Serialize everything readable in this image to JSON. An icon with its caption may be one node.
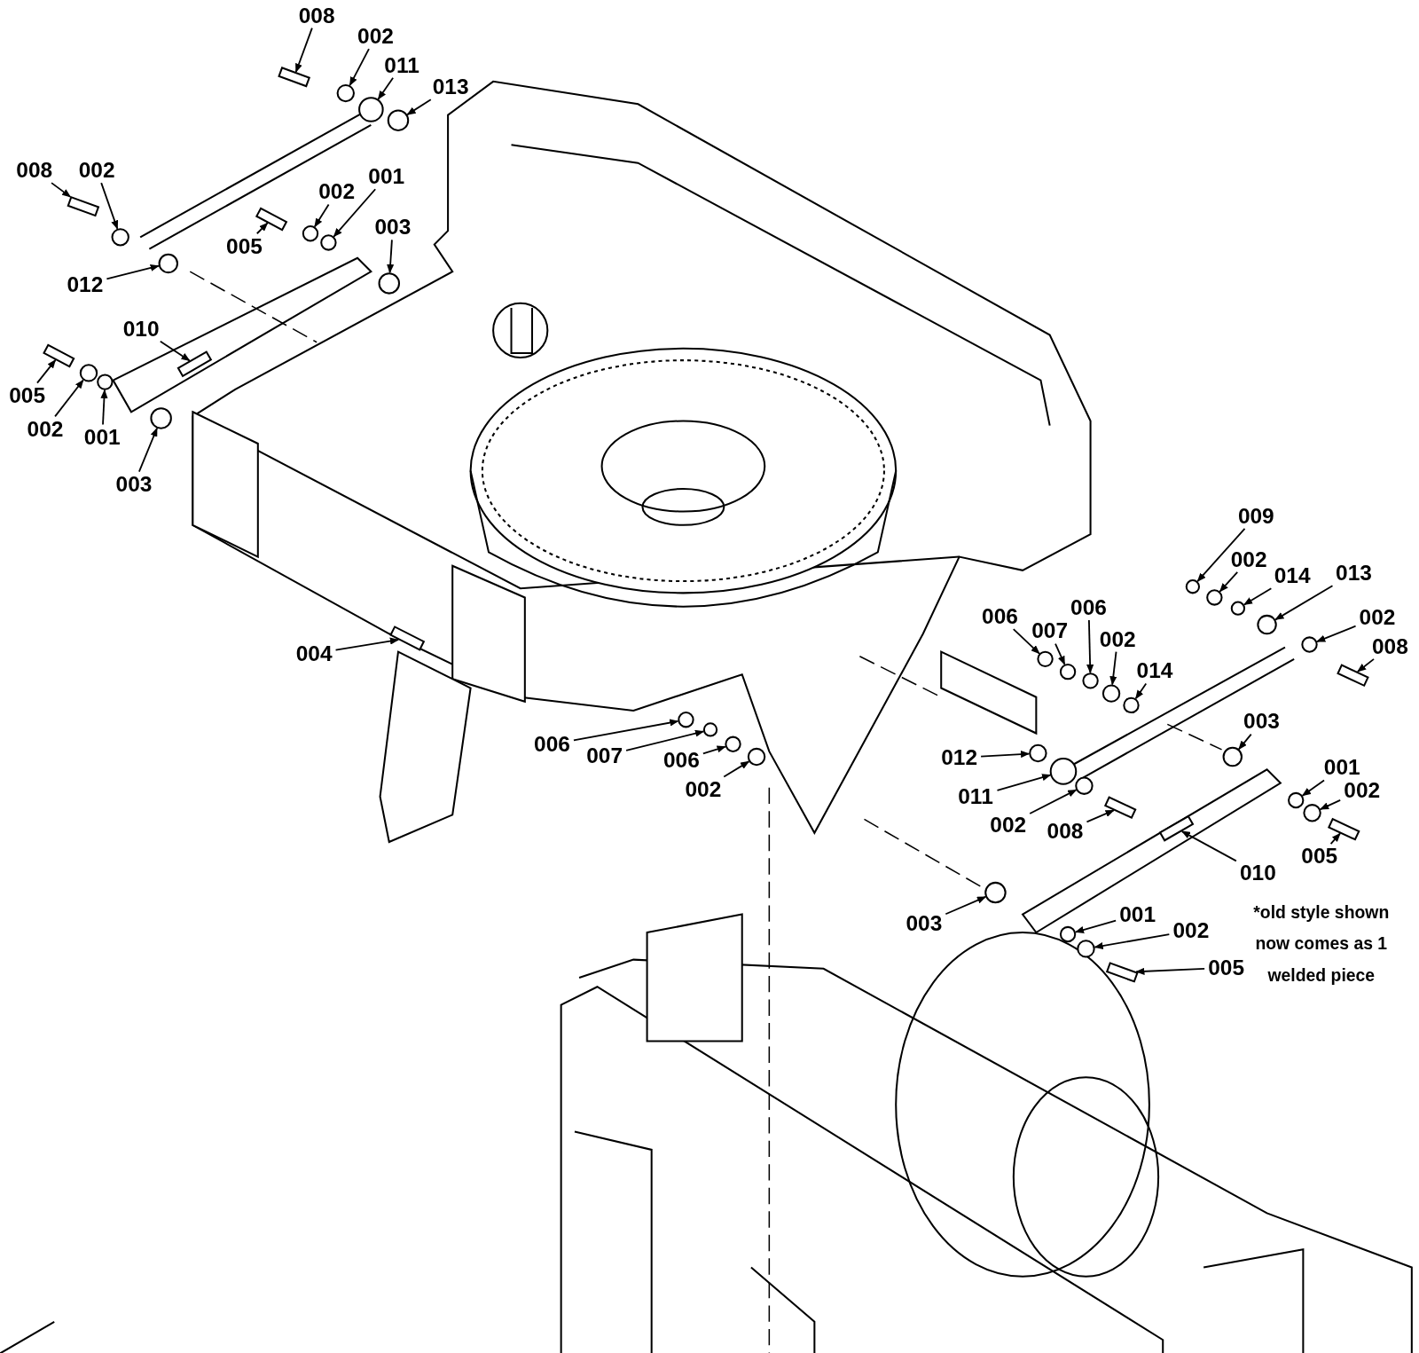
{
  "diagram": {
    "nodes": [
      {
        "text": [
          "008"
        ]
      },
      {
        "text": [
          "002"
        ]
      },
      {
        "text": [
          "011"
        ]
      },
      {
        "text": [
          "013"
        ]
      },
      {
        "text": [
          "008"
        ]
      },
      {
        "text": [
          "002"
        ]
      },
      {
        "text": [
          "002"
        ]
      },
      {
        "text": [
          "001"
        ]
      },
      {
        "text": [
          "005"
        ]
      },
      {
        "text": [
          "003"
        ]
      },
      {
        "text": [
          "012"
        ]
      },
      {
        "text": [
          "010"
        ]
      },
      {
        "text": [
          "005"
        ]
      },
      {
        "text": [
          "002"
        ]
      },
      {
        "text": [
          "001"
        ]
      },
      {
        "text": [
          "003"
        ]
      },
      {
        "text": [
          "004"
        ]
      },
      {
        "text": [
          "006"
        ]
      },
      {
        "text": [
          "007"
        ]
      },
      {
        "text": [
          "006"
        ]
      },
      {
        "text": [
          "002"
        ]
      },
      {
        "text": [
          "009"
        ]
      },
      {
        "text": [
          "002"
        ]
      },
      {
        "text": [
          "014"
        ]
      },
      {
        "text": [
          "013"
        ]
      },
      {
        "text": [
          "006"
        ]
      },
      {
        "text": [
          "007"
        ]
      },
      {
        "text": [
          "006"
        ]
      },
      {
        "text": [
          "002"
        ]
      },
      {
        "text": [
          "014"
        ]
      },
      {
        "text": [
          "002"
        ]
      },
      {
        "text": [
          "008"
        ]
      },
      {
        "text": [
          "003"
        ]
      },
      {
        "text": [
          "012"
        ]
      },
      {
        "text": [
          "011"
        ]
      },
      {
        "text": [
          "002"
        ]
      },
      {
        "text": [
          "008"
        ]
      },
      {
        "text": [
          "001"
        ]
      },
      {
        "text": [
          "002"
        ]
      },
      {
        "text": [
          "005"
        ]
      },
      {
        "text": [
          "010"
        ]
      },
      {
        "text": [
          "003"
        ]
      },
      {
        "text": [
          "001"
        ]
      },
      {
        "text": [
          "002"
        ]
      },
      {
        "text": [
          "005"
        ]
      },
      {
        "text": [],
        "shape": "bar"
      },
      {
        "text": [],
        "shape": "circle"
      },
      {
        "text": [],
        "shape": "circle"
      },
      {
        "text": [],
        "shape": "circle"
      },
      {
        "text": [],
        "shape": "bar"
      },
      {
        "text": [],
        "shape": "circle"
      },
      {
        "text": [],
        "shape": "circle"
      },
      {
        "text": [],
        "shape": "circle"
      },
      {
        "text": [],
        "shape": "bar"
      },
      {
        "text": [],
        "shape": "circle"
      },
      {
        "text": [],
        "shape": "circle"
      },
      {
        "text": [],
        "shape": "bar"
      },
      {
        "text": [],
        "shape": "bar"
      },
      {
        "text": [],
        "shape": "circle"
      },
      {
        "text": [],
        "shape": "circle"
      },
      {
        "text": [],
        "shape": "circle"
      },
      {
        "text": [],
        "shape": "bar"
      },
      {
        "text": [],
        "shape": "circle"
      },
      {
        "text": [],
        "shape": "circle"
      },
      {
        "text": [],
        "shape": "circle"
      },
      {
        "text": [],
        "shape": "circle"
      },
      {
        "text": [],
        "shape": "circle"
      },
      {
        "text": [],
        "shape": "circle"
      },
      {
        "text": [],
        "shape": "circle"
      },
      {
        "text": [],
        "shape": "circle"
      },
      {
        "text": [],
        "shape": "circle"
      },
      {
        "text": [],
        "shape": "circle"
      },
      {
        "text": [],
        "shape": "circle"
      },
      {
        "text": [],
        "shape": "circle"
      },
      {
        "text": [],
        "shape": "circle"
      },
      {
        "text": [],
        "shape": "circle"
      },
      {
        "text": [],
        "shape": "bar"
      },
      {
        "text": [],
        "shape": "circle"
      },
      {
        "text": [],
        "shape": "circle"
      },
      {
        "text": [],
        "shape": "circle"
      },
      {
        "text": [],
        "shape": "circle"
      },
      {
        "text": [],
        "shape": "bar"
      },
      {
        "text": [],
        "shape": "circle"
      },
      {
        "text": [],
        "shape": "circle"
      },
      {
        "text": [],
        "shape": "bar"
      },
      {
        "text": [],
        "shape": "bar"
      },
      {
        "text": [],
        "shape": "circle"
      },
      {
        "text": [],
        "shape": "circle"
      },
      {
        "text": [],
        "shape": "circle"
      },
      {
        "text": [],
        "shape": "bar"
      }
    ],
    "edges": [
      {
        "from": 0,
        "to": 45,
        "arrow": "to"
      },
      {
        "from": 1,
        "to": 46,
        "arrow": "to"
      },
      {
        "from": 2,
        "to": 47,
        "arrow": "to"
      },
      {
        "from": 3,
        "to": 48,
        "arrow": "to"
      },
      {
        "from": 4,
        "to": 49,
        "arrow": "to"
      },
      {
        "from": 5,
        "to": 50,
        "arrow": "to"
      },
      {
        "from": 6,
        "to": 51,
        "arrow": "to"
      },
      {
        "from": 7,
        "to": 52,
        "arrow": "to"
      },
      {
        "from": 8,
        "to": 53,
        "arrow": "to"
      },
      {
        "from": 9,
        "to": 54,
        "arrow": "to"
      },
      {
        "from": 10,
        "to": 55,
        "arrow": "to"
      },
      {
        "from": 11,
        "to": 56,
        "arrow": "to"
      },
      {
        "from": 12,
        "to": 57,
        "arrow": "to"
      },
      {
        "from": 13,
        "to": 58,
        "arrow": "to"
      },
      {
        "from": 14,
        "to": 59,
        "arrow": "to"
      },
      {
        "from": 15,
        "to": 60,
        "arrow": "to"
      },
      {
        "from": 16,
        "to": 61,
        "arrow": "to"
      },
      {
        "from": 17,
        "to": 62,
        "arrow": "to"
      },
      {
        "from": 18,
        "to": 63,
        "arrow": "to"
      },
      {
        "from": 19,
        "to": 64,
        "arrow": "to"
      },
      {
        "from": 20,
        "to": 65,
        "arrow": "to"
      },
      {
        "from": 21,
        "to": 66,
        "arrow": "to"
      },
      {
        "from": 22,
        "to": 67,
        "arrow": "to"
      },
      {
        "from": 23,
        "to": 68,
        "arrow": "to"
      },
      {
        "from": 24,
        "to": 69,
        "arrow": "to"
      },
      {
        "from": 25,
        "to": 70,
        "arrow": "to"
      },
      {
        "from": 26,
        "to": 71,
        "arrow": "to"
      },
      {
        "from": 27,
        "to": 72,
        "arrow": "to"
      },
      {
        "from": 28,
        "to": 73,
        "arrow": "to"
      },
      {
        "from": 29,
        "to": 74,
        "arrow": "to"
      },
      {
        "from": 30,
        "to": 75,
        "arrow": "to"
      },
      {
        "from": 31,
        "to": 76,
        "arrow": "to"
      },
      {
        "from": 32,
        "to": 77,
        "arrow": "to"
      },
      {
        "from": 33,
        "to": 78,
        "arrow": "to"
      },
      {
        "from": 34,
        "to": 79,
        "arrow": "to"
      },
      {
        "from": 35,
        "to": 80,
        "arrow": "to"
      },
      {
        "from": 36,
        "to": 81,
        "arrow": "to"
      },
      {
        "from": 37,
        "to": 82,
        "arrow": "to"
      },
      {
        "from": 38,
        "to": 83,
        "arrow": "to"
      },
      {
        "from": 39,
        "to": 84,
        "arrow": "to"
      },
      {
        "from": 40,
        "to": 85,
        "arrow": "to"
      },
      {
        "from": 41,
        "to": 86,
        "arrow": "to"
      },
      {
        "from": 42,
        "to": 87,
        "arrow": "to"
      },
      {
        "from": 43,
        "to": 88,
        "arrow": "to"
      },
      {
        "from": 44,
        "to": 89,
        "arrow": "to"
      }
    ],
    "labels": [
      "*old style shown now comes as 1 welded piece"
    ]
  }
}
